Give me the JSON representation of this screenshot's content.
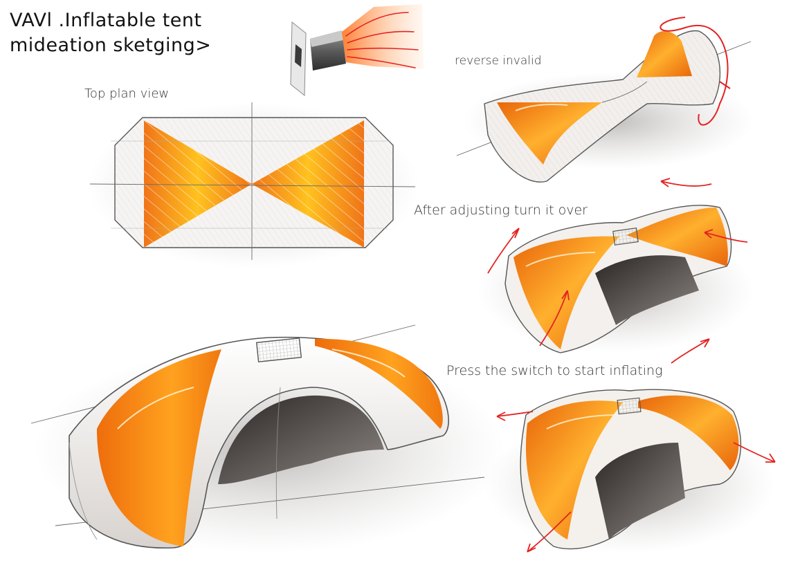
{
  "title": {
    "line1": "VAVl .Inflatable tent",
    "line2": "mideation sketging>"
  },
  "annotations": {
    "top_plan_view": "Top plan view",
    "reverse_invalid": "reverse invalid",
    "after_adjusting": "After adjusting turn it over",
    "press_switch": "Press the switch to start inflating"
  },
  "colors": {
    "orange": "#f7931e",
    "orange_dark": "#e8650a",
    "orange_light": "#ffc34d",
    "tent_white": "#f4f2f0",
    "arrow_red": "#e32222",
    "line_gray": "#666666"
  },
  "icons": [
    "pump-nozzle-icon",
    "light-beam-icon"
  ]
}
